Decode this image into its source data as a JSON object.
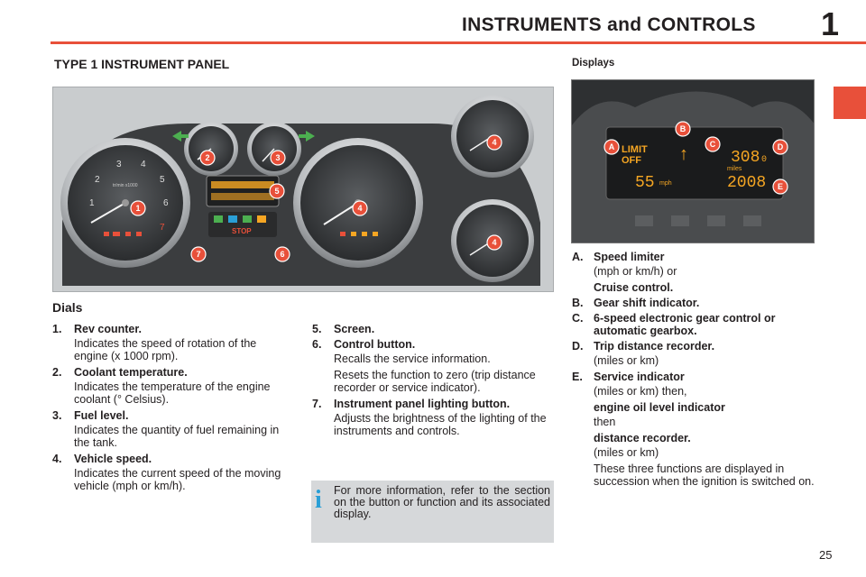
{
  "header": {
    "title": "INSTRUMENTS and CONTROLS",
    "chapter": "1"
  },
  "section_title": "TYPE 1 INSTRUMENT PANEL",
  "displays_title": "Displays",
  "dials_title": "Dials",
  "cluster_badges": [
    "1",
    "2",
    "3",
    "4",
    "5",
    "6",
    "7"
  ],
  "cluster_texts": {
    "rpm_unit": "tr/min x1000",
    "stop": "STOP",
    "tach_ticks": [
      "1",
      "2",
      "3",
      "4",
      "5",
      "6",
      "7"
    ]
  },
  "lcd_badges": [
    "A",
    "B",
    "C",
    "D",
    "E"
  ],
  "lcd": {
    "limit": "LIMIT",
    "off": "OFF",
    "speed_value": "55",
    "speed_unit": "mph",
    "trip_value": "308",
    "trip_decimal": "0",
    "miles_unit": "miles",
    "odo_value": "2008"
  },
  "dials": [
    {
      "num": "1.",
      "label": "Rev counter.",
      "desc": "Indicates the speed of rotation of the engine (x 1000 rpm)."
    },
    {
      "num": "2.",
      "label": "Coolant temperature.",
      "desc": "Indicates the temperature of the engine coolant (° Celsius)."
    },
    {
      "num": "3.",
      "label": "Fuel level.",
      "desc": "Indicates the quantity of fuel remaining in the tank."
    },
    {
      "num": "4.",
      "label": "Vehicle speed.",
      "desc": "Indicates the current speed of the moving vehicle (mph or km/h)."
    }
  ],
  "controls": [
    {
      "num": "5.",
      "label": "Screen."
    },
    {
      "num": "6.",
      "label": "Control button.",
      "desc1": "Recalls the service information.",
      "desc2": "Resets the function to zero (trip distance recorder or service indicator)."
    },
    {
      "num": "7.",
      "label": "Instrument panel lighting button.",
      "desc": "Adjusts the brightness of the lighting of the instruments and controls."
    }
  ],
  "displays": {
    "A": {
      "num": "A.",
      "label": "Speed limiter",
      "desc": "(mph or km/h) or",
      "sub": "Cruise control."
    },
    "B": {
      "num": "B.",
      "label": "Gear shift indicator."
    },
    "C": {
      "num": "C.",
      "label": "6-speed electronic gear control or automatic gearbox."
    },
    "D": {
      "num": "D.",
      "label": "Trip distance recorder.",
      "desc": "(miles or km)"
    },
    "E": {
      "num": "E.",
      "label": "Service indicator",
      "desc1": "(miles or km) then,",
      "sub1": "engine oil level indicator",
      "desc2": "then",
      "sub2": "distance recorder.",
      "desc3": "(miles or km)",
      "desc4": "These three functions are displayed in succession when the ignition is switched on."
    }
  },
  "info_box": {
    "icon": "i",
    "text": "For more information, refer to the section on the button or function and its associated display."
  },
  "page_number": "25",
  "colors": {
    "accent": "#e8503a",
    "info_blue": "#2a9fd6",
    "lcd_amber": "#f5a623"
  }
}
